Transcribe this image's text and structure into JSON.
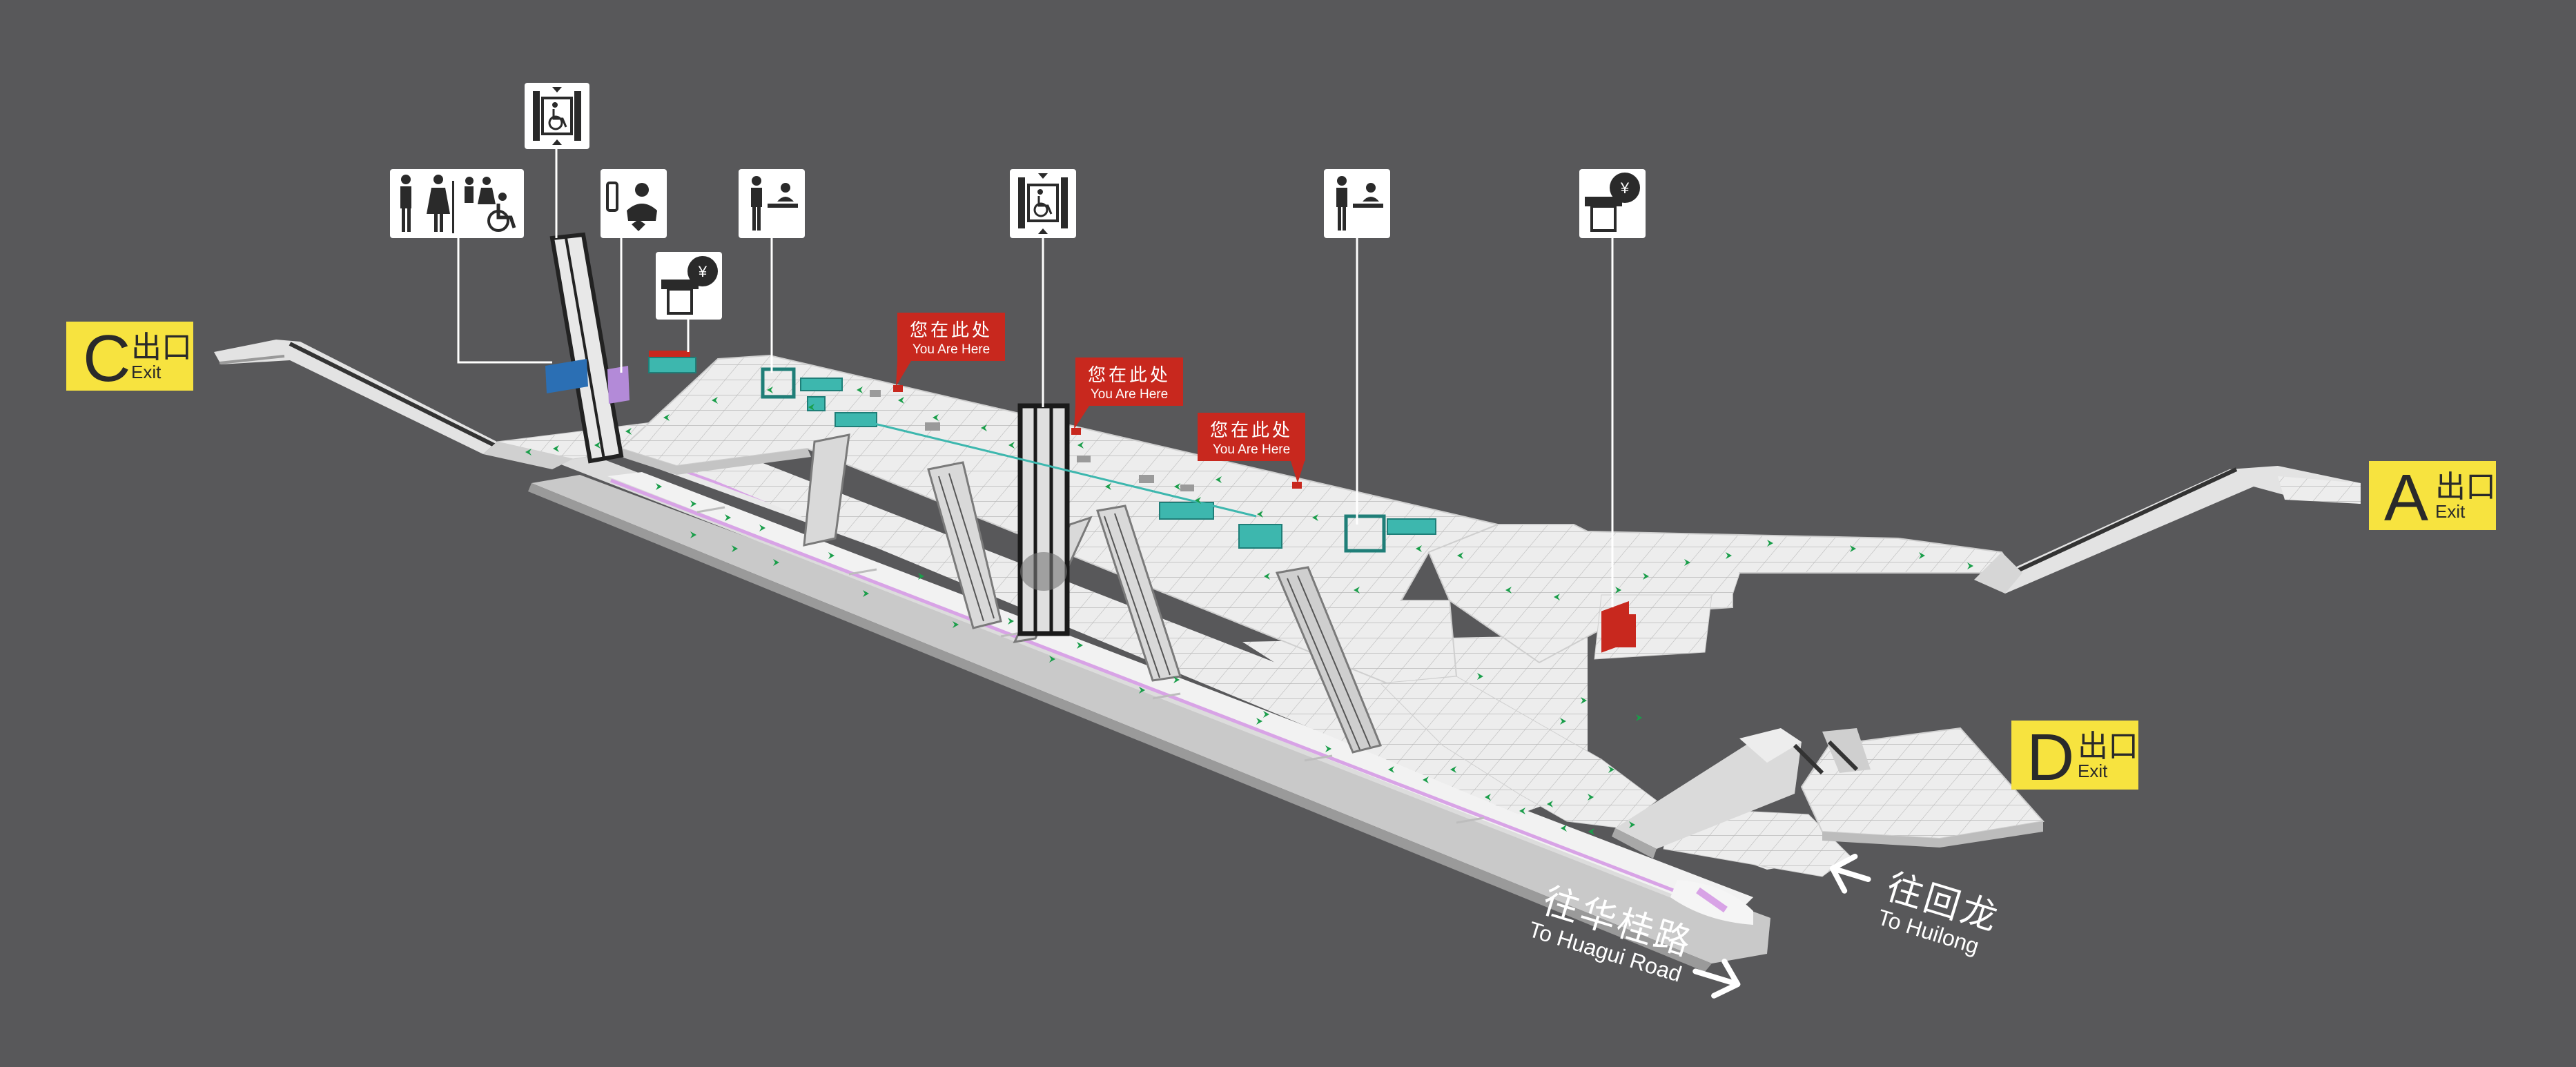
{
  "exits": [
    {
      "letter": "C",
      "cn": "出口",
      "en": "Exit"
    },
    {
      "letter": "A",
      "cn": "出口",
      "en": "Exit"
    },
    {
      "letter": "D",
      "cn": "出口",
      "en": "Exit"
    }
  ],
  "you_are_here": [
    {
      "cn": "您在此处",
      "en": "You Are Here"
    },
    {
      "cn": "您在此处",
      "en": "You Are Here"
    },
    {
      "cn": "您在此处",
      "en": "You Are Here"
    }
  ],
  "directions": [
    {
      "cn": "往华桂路",
      "en": "To Huagui Road"
    },
    {
      "cn": "往回龙",
      "en": "To Huilong"
    }
  ],
  "icons": [
    "toilets-icon",
    "elevator-icon",
    "nursery-room-icon",
    "ticket-machine-icon",
    "service-center-icon",
    "elevator-icon",
    "service-center-icon",
    "ticket-machine-icon"
  ],
  "colors": {
    "background": "#58585a",
    "exit_sign": "#f7e33f",
    "you_are_here": "#c8281e",
    "floor": "#ececec",
    "gate": "#3db7ae",
    "arrow": "#1a9e4a",
    "platform_stripe": "#d8a3e6"
  }
}
